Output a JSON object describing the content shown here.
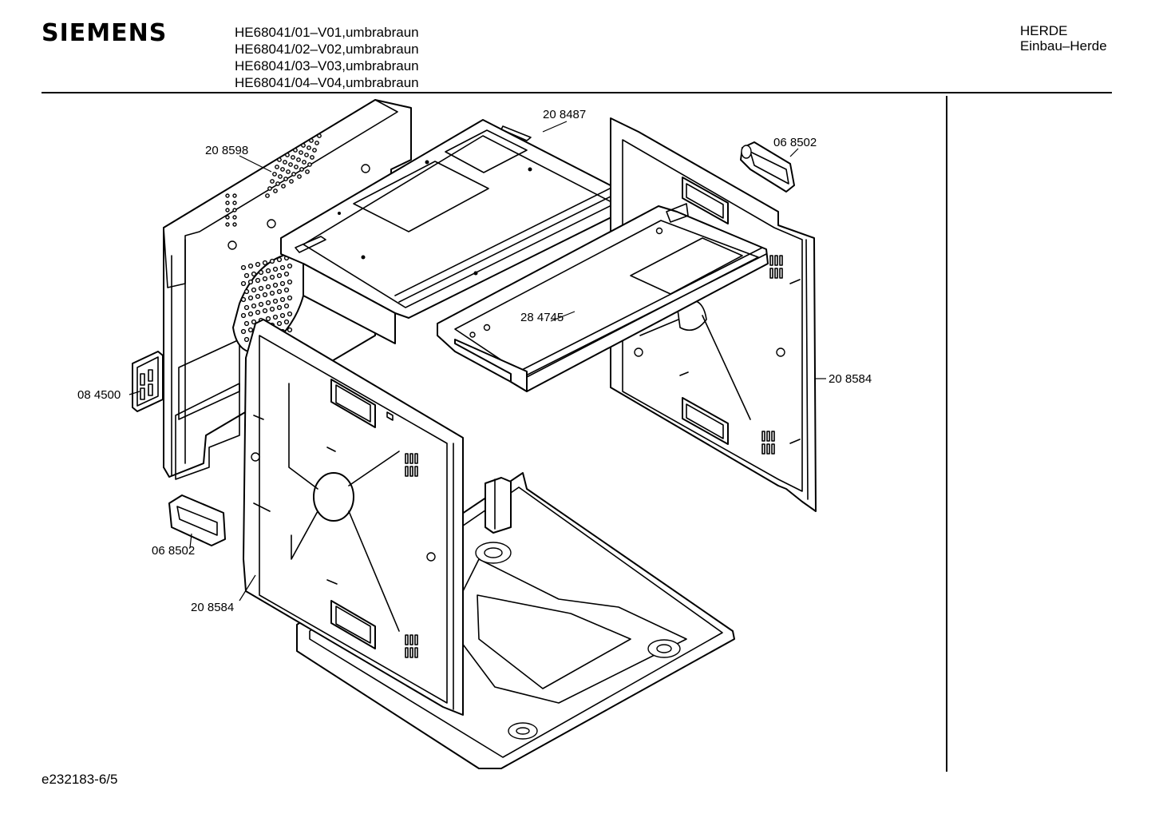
{
  "header": {
    "brand": "SIEMENS",
    "models": [
      "HE68041/01–V01,umbrabraun",
      "HE68041/02–V02,umbrabraun",
      "HE68041/03–V03,umbrabraun",
      "HE68041/04–V04,umbrabraun"
    ],
    "category": "HERDE",
    "subcategory": "Einbau–Herde"
  },
  "parts": {
    "top_panel": "20 8487",
    "rear_left_panel": "20 8598",
    "handle_top": "06 8502",
    "inner_shelf": "28 4745",
    "right_side_panel": "20 8584",
    "bracket_left": "08 4500",
    "handle_bottom": "06 8502",
    "left_side_panel": "20 8584"
  },
  "footer": {
    "drawing_number": "e232183-6/5"
  }
}
